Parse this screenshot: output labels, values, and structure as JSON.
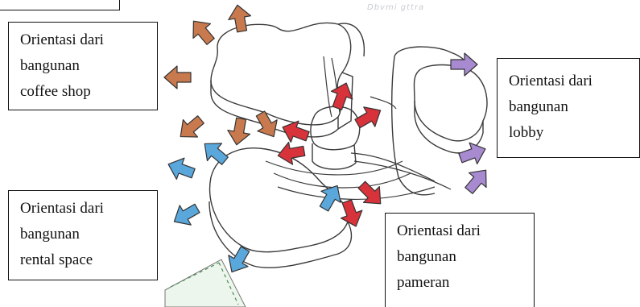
{
  "handwritten_note": "Dbvmi  gttra",
  "labels": {
    "coffee_shop": {
      "line1": "Orientasi dari",
      "line2": "bangunan",
      "line3": "coffee shop"
    },
    "lobby": {
      "line1": "Orientasi dari",
      "line2": "bangunan",
      "line3": "lobby"
    },
    "rental_space": {
      "line1": "Orientasi dari",
      "line2": "bangunan",
      "line3": "rental space"
    },
    "pameran": {
      "line1": "Orientasi dari",
      "line2": "bangunan",
      "line3": "pameran"
    }
  },
  "arrow_colors": {
    "coffee_shop": "#c87a4e",
    "lobby": "#a88ad0",
    "rental_space": "#5aa7dc",
    "pameran": "#d8323b"
  }
}
